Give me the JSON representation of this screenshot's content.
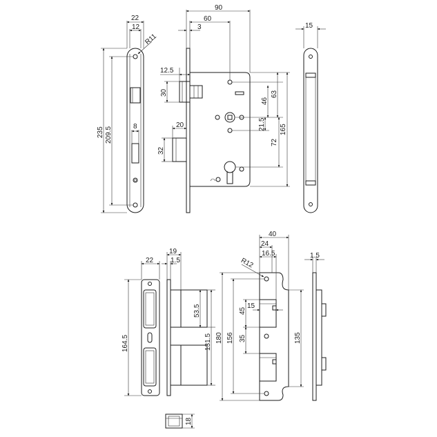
{
  "front_plate_1": {
    "width_22": "22",
    "inner_12": "12",
    "radius": "R11",
    "height_235": "235",
    "height_209": "209.5",
    "slot_8": "8"
  },
  "lock_body": {
    "width_90": "90",
    "backset_60": "60",
    "plate_3": "3",
    "latch_12": "12.5",
    "latch_30": "30",
    "bolt_20": "20",
    "bolt_32": "32",
    "spindle_46": "46",
    "spindle_63": "63",
    "spindle_21": "21.5",
    "distance_72": "72",
    "body_165": "165"
  },
  "front_plate_side": {
    "thickness_15": "15"
  },
  "strike_plate": {
    "width_22": "22",
    "width_19": "19",
    "thickness_1": "1.5",
    "height_164": "164.5",
    "height_131": "131.5",
    "height_53": "53.5"
  },
  "strike_box": {
    "width_40": "40",
    "width_24": "24",
    "width_16": "16.5",
    "radius": "R12",
    "thickness_1": "1.5",
    "h_45": "45",
    "w_15": "15",
    "h_35": "35",
    "h_180": "180",
    "h_156": "156",
    "h_135": "135"
  },
  "small_part": {
    "width_18": "18"
  }
}
